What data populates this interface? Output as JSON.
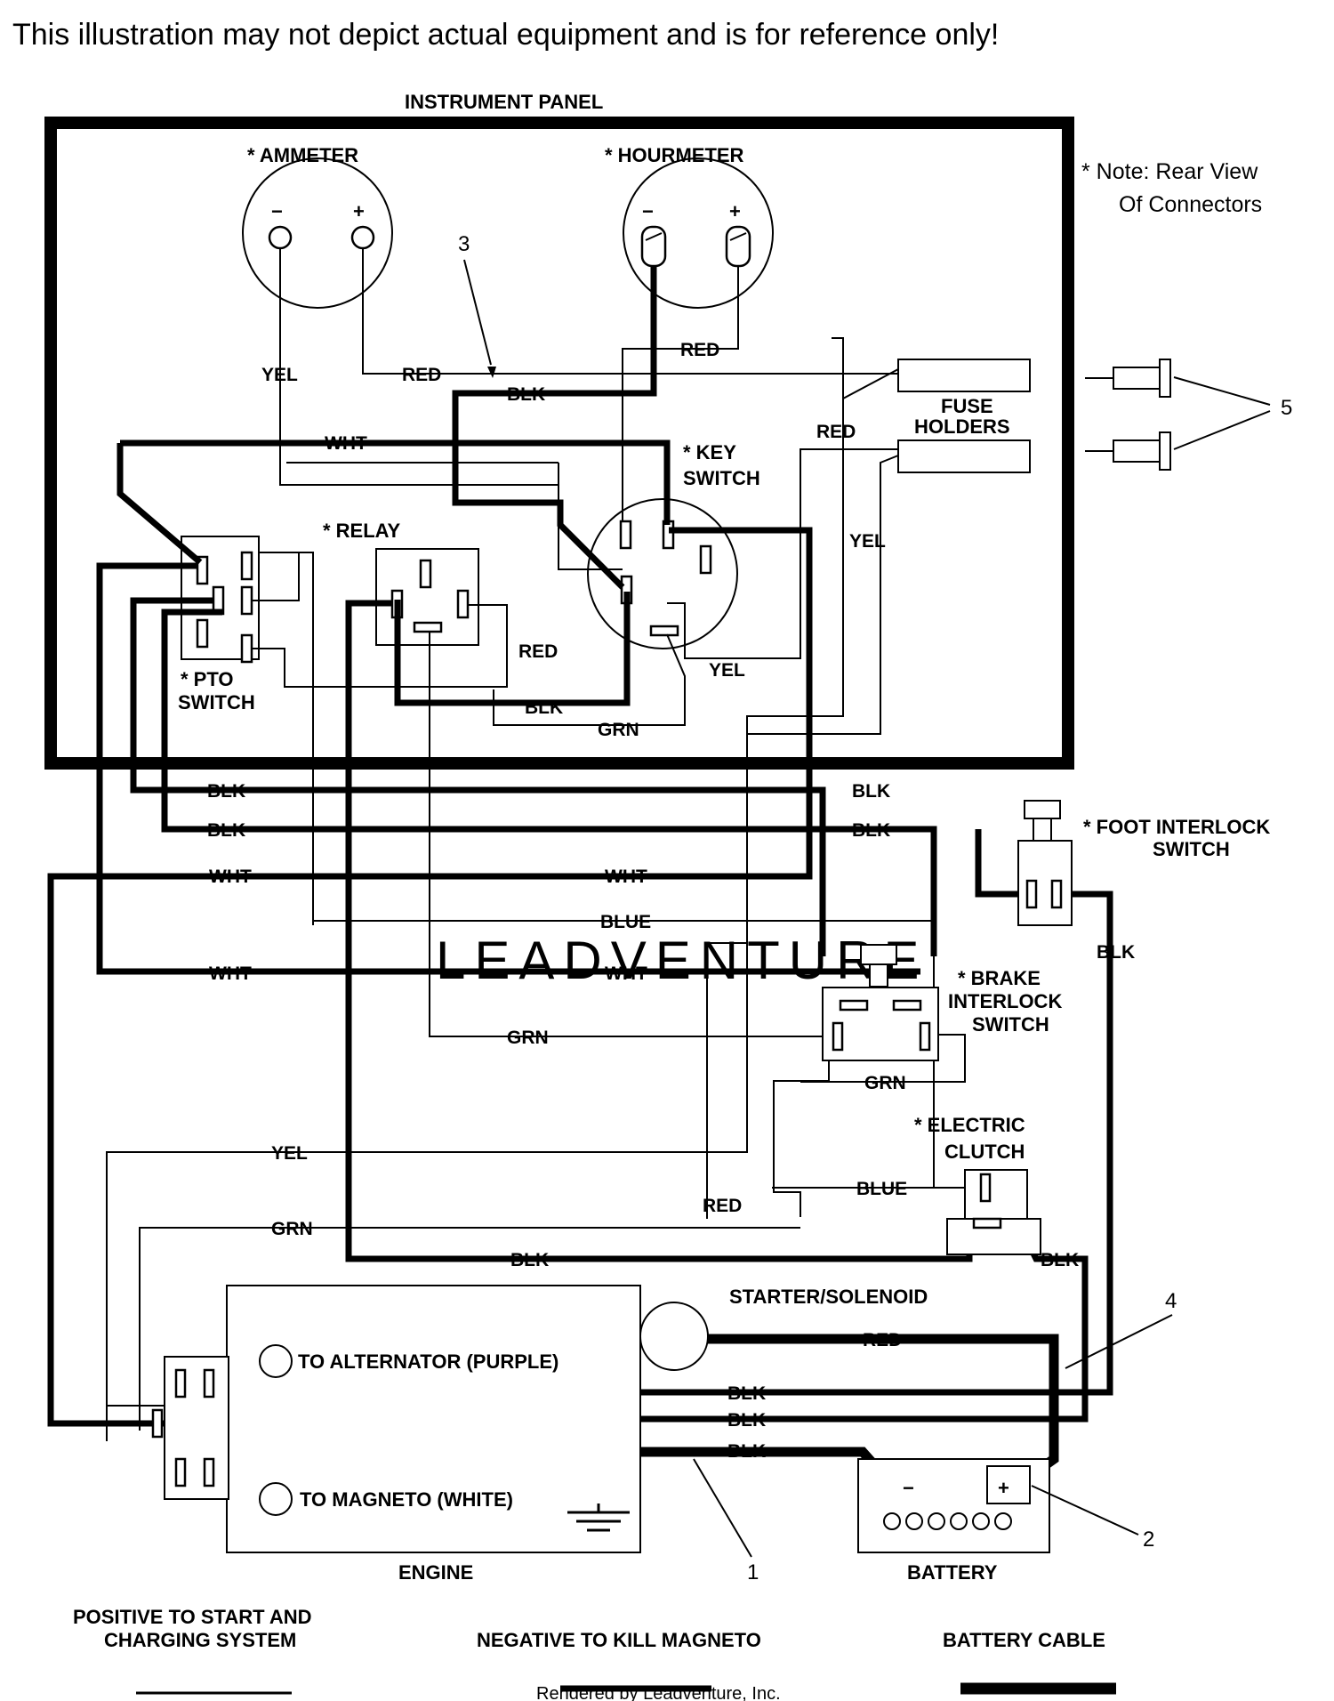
{
  "disclaimer": "This illustration may not depict actual equipment and is for reference only!",
  "panel": {
    "title": "INSTRUMENT PANEL",
    "ammeter": "* AMMETER",
    "hourmeter": "* HOURMETER",
    "key_switch": [
      "* KEY",
      "SWITCH"
    ],
    "relay": "* RELAY",
    "pto_switch": [
      "* PTO",
      "SWITCH"
    ],
    "fuse_holders": [
      "FUSE",
      "HOLDERS"
    ],
    "minus": "−",
    "plus": "+"
  },
  "note": [
    "* Note:  Rear View",
    "Of Connectors"
  ],
  "components": {
    "foot_interlock": [
      "* FOOT INTERLOCK",
      "SWITCH"
    ],
    "brake_interlock": [
      "* BRAKE",
      "INTERLOCK",
      "SWITCH"
    ],
    "electric_clutch": [
      "* ELECTRIC",
      "CLUTCH"
    ],
    "starter_solenoid": "STARTER/SOLENOID",
    "to_alternator": "TO ALTERNATOR (PURPLE)",
    "to_magneto": "TO MAGNETO (WHITE)",
    "engine": "ENGINE",
    "battery": "BATTERY"
  },
  "wires": {
    "yel": "YEL",
    "red": "RED",
    "blk": "BLK",
    "wht": "WHT",
    "grn": "GRN",
    "blue": "BLUE"
  },
  "callouts": [
    "1",
    "2",
    "3",
    "4",
    "5"
  ],
  "legend": {
    "positive": [
      "POSITIVE TO START AND",
      "CHARGING SYSTEM"
    ],
    "negative": "NEGATIVE TO KILL MAGNETO",
    "battery_cable": "BATTERY CABLE"
  },
  "watermark": "LEADVENTURE",
  "footer": "Rendered by Leadventure, Inc."
}
